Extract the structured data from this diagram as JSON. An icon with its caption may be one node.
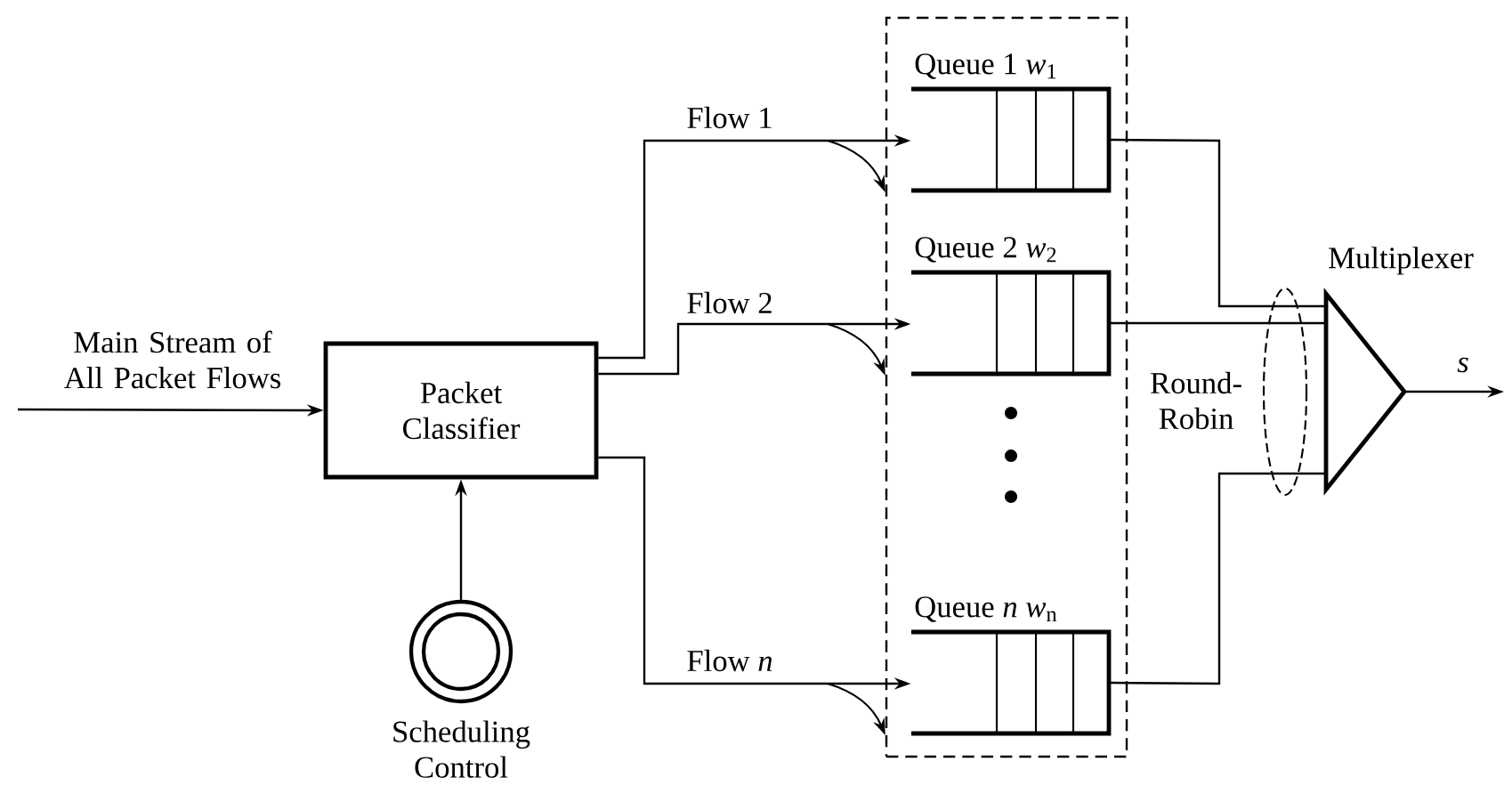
{
  "diagram": {
    "nodes": [
      {
        "text": [
          "Packet Classifier"
        ]
      },
      {
        "text": [
          "Scheduling Control"
        ]
      },
      {
        "text": [],
        "shape": "box"
      },
      {
        "text": [
          "Queue 1 *w*$_{1}$"
        ],
        "in": 2
      },
      {
        "text": [
          "Queue 2 *w*$_{2}$"
        ],
        "in": 2
      },
      {
        "text": [
          "Queue *n* *w*$_{n}$"
        ],
        "in": 2
      },
      {
        "text": [
          "Multiplexer"
        ]
      }
    ],
    "edges": [
      {
        "from": null,
        "to": 0,
        "arrow": "to",
        "label": "Main Stream of All Packet Flows"
      },
      {
        "from": 1,
        "to": 0,
        "arrow": "to"
      },
      {
        "from": 0,
        "to": 3,
        "arrow": "to",
        "label": "Flow 1"
      },
      {
        "from": 0,
        "to": 4,
        "arrow": "to",
        "label": "Flow 2"
      },
      {
        "from": 0,
        "to": 5,
        "arrow": "to",
        "label": "Flow *n*"
      },
      {
        "from": 3,
        "to": 6,
        "arrow": "none"
      },
      {
        "from": 4,
        "to": 6,
        "arrow": "none"
      },
      {
        "from": 5,
        "to": 6,
        "arrow": "none"
      },
      {
        "from": 6,
        "to": null,
        "arrow": "to",
        "label": "s"
      },
      {
        "from": null,
        "to": 2,
        "arrow": "to"
      },
      {
        "from": null,
        "to": 2,
        "arrow": "to"
      },
      {
        "from": null,
        "to": 2,
        "arrow": "to"
      }
    ],
    "labels": [
      "Round-Robin"
    ]
  }
}
